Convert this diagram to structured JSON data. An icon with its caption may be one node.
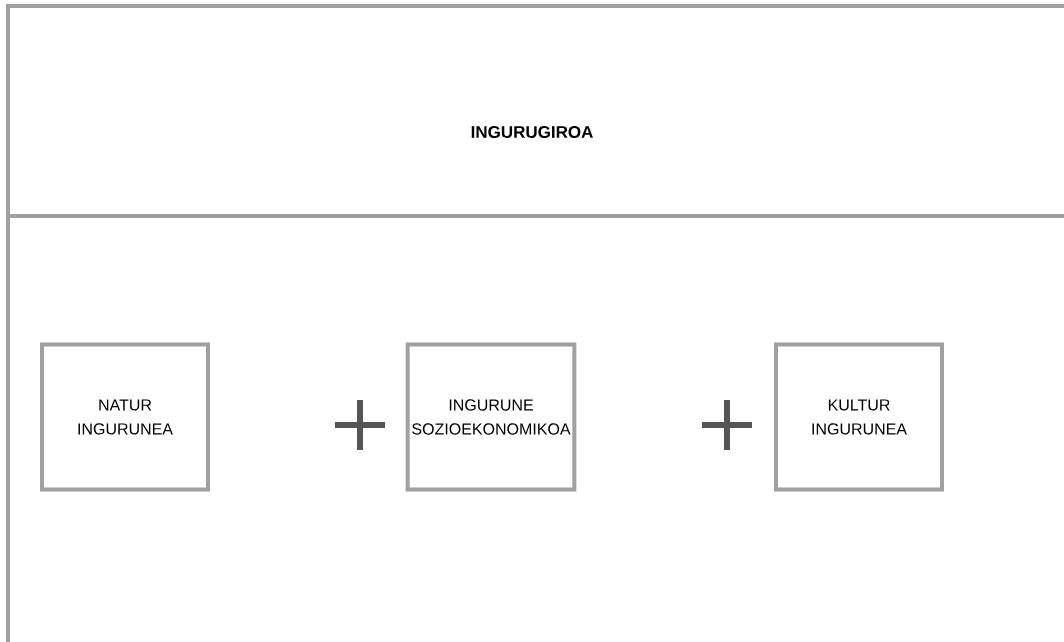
{
  "diagram": {
    "title": "INGURUGIROA",
    "nodes": [
      {
        "text": [
          "NATUR INGURUNEA"
        ]
      },
      {
        "text": [
          "INGURUNE SOZIOEKONOMIKOA"
        ]
      },
      {
        "text": [
          "KULTUR INGURUNEA"
        ]
      }
    ]
  }
}
